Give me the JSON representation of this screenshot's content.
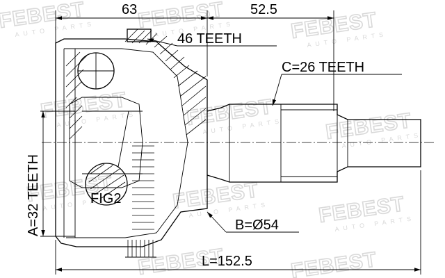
{
  "drawing": {
    "dim_top_left": "63",
    "dim_top_right": "52.5",
    "label_teeth_46": "46 TEETH",
    "label_c": "C=26 TEETH",
    "label_a": "A=32 TEETH",
    "label_fig": "FIG2",
    "label_b": "B=Ø54",
    "label_l": "L=152.5"
  },
  "watermark": {
    "brand": "FEBEST",
    "tagline": "AUTO PARTS"
  },
  "colors": {
    "line": "#000000",
    "watermark": "#d9d9d9",
    "background": "#ffffff"
  }
}
